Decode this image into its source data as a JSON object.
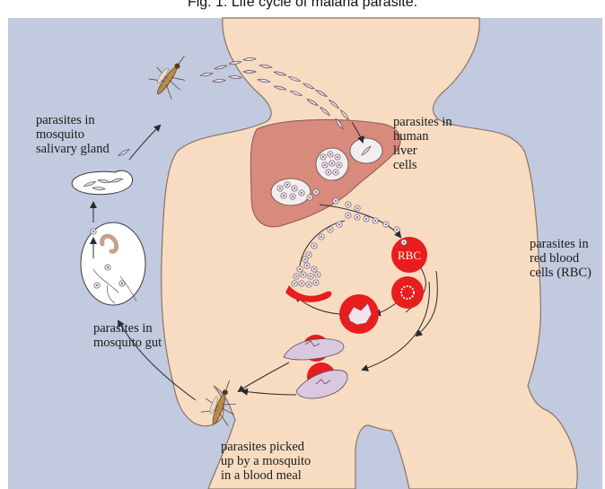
{
  "caption": "Fig. 1: Life cycle of malaria parasite.",
  "colors": {
    "background": "#c2cadf",
    "skin": "#f8dcc2",
    "skin_outline": "#8a7464",
    "liver": "#d88a7c",
    "rbc": "#e81d1d",
    "parasite_fill": "#d9c8de",
    "arrow": "#2a2a2a"
  },
  "labels": {
    "salivary_gland": [
      "parasites in",
      "mosquito",
      "salivary gland"
    ],
    "liver": [
      "parasites in",
      "human",
      "liver",
      "cells"
    ],
    "rbc": [
      "parasites in",
      "red blood",
      "cells (RBC)"
    ],
    "gut": [
      "parasites in",
      "mosquito gut"
    ],
    "blood_meal": [
      "parasites picked",
      "up by a mosquito",
      "in a blood meal"
    ]
  },
  "rbc_label": "RBC",
  "icons": {
    "mosquito_top": "mosquito-icon",
    "mosquito_bottom": "mosquito-icon",
    "salivary_gland": "salivary-gland-icon",
    "gut": "mosquito-gut-icon",
    "liver": "liver-icon"
  }
}
